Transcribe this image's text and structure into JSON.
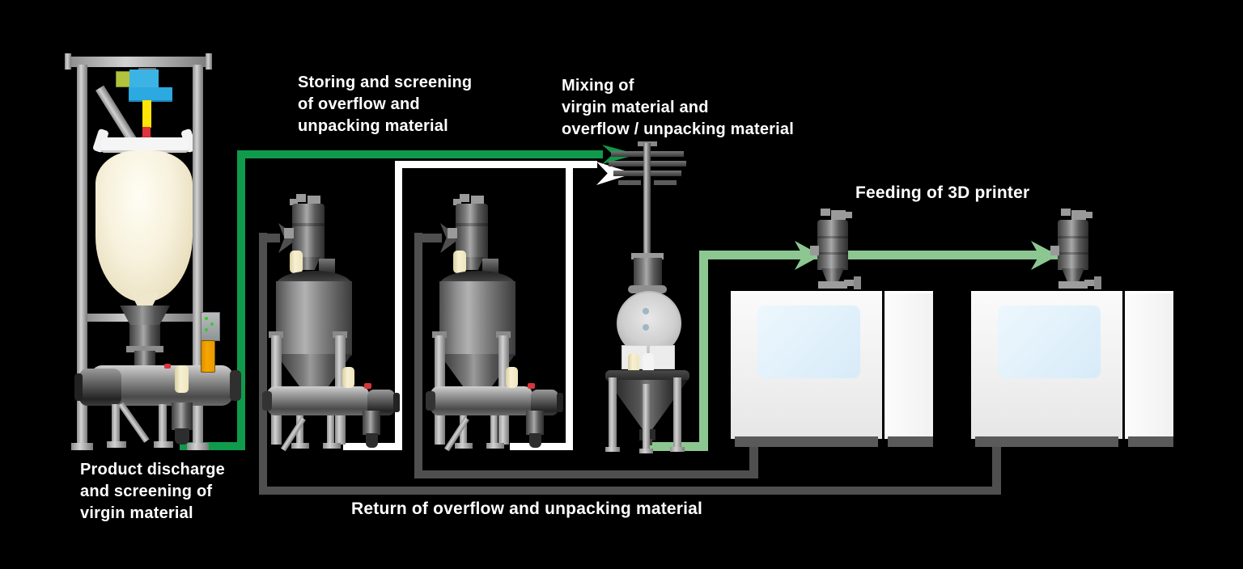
{
  "diagram": {
    "labels": {
      "storing": {
        "line1": "Storing and screening",
        "line2": "of overflow and",
        "line3": "unpacking material"
      },
      "mixing": {
        "line1": "Mixing of",
        "line2": "virgin material and",
        "line3": "overflow / unpacking material"
      },
      "feeding": {
        "line1": "Feeding of 3D printer"
      },
      "product_discharge": {
        "line1": "Product discharge",
        "line2": "and screening of",
        "line3": "virgin material"
      },
      "return": {
        "line1": "Return of overflow and unpacking material"
      }
    },
    "flow_colors": {
      "virgin_material_line": "#0f9b4b",
      "overflow_unpacking_line": "#ffffff",
      "mixed_material_line": "#8cc791",
      "return_line": "#4f4f4f"
    },
    "background_color": "#000000",
    "text_color": "#ffffff"
  }
}
